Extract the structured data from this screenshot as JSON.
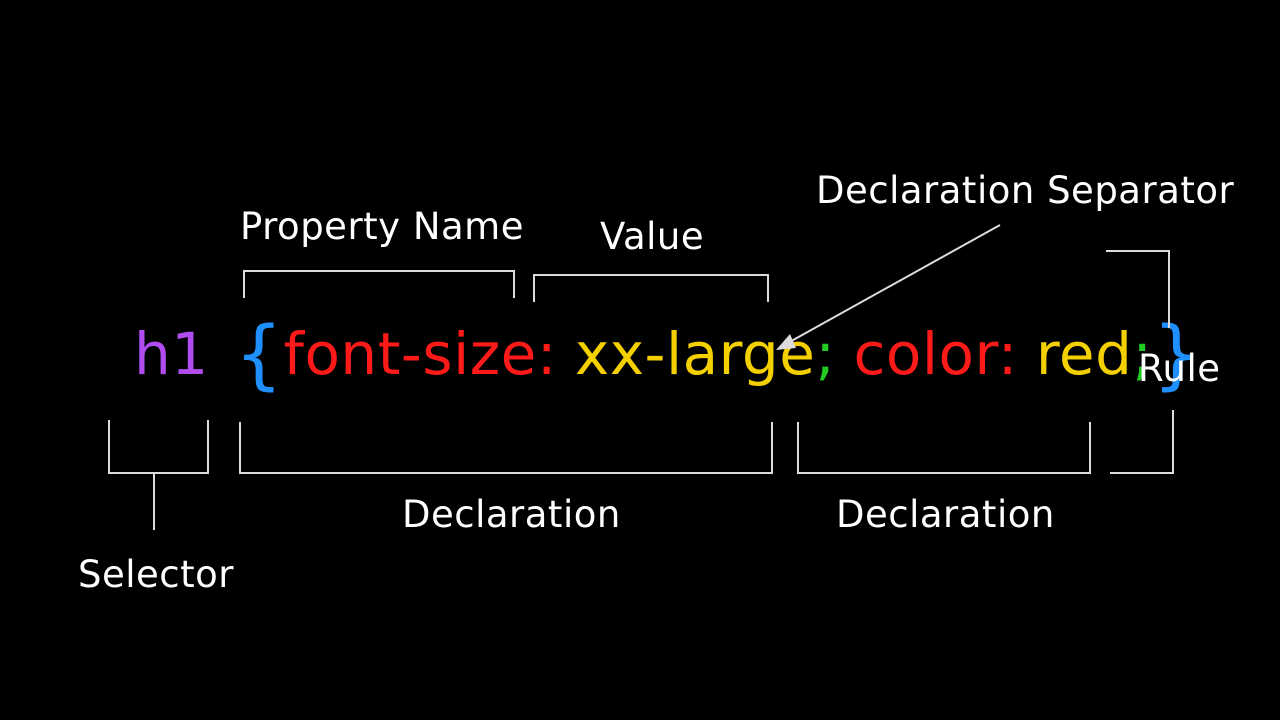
{
  "colors": {
    "background": "#000000",
    "annotation": "#ffffff",
    "selector": "#b04cf0",
    "brace": "#1e90ff",
    "property": "#ff1a1a",
    "value": "#f5d000",
    "separator": "#22cc22"
  },
  "code": {
    "selector": "h1",
    "open_brace": "{",
    "declaration1_property": "font-size:",
    "declaration1_value": "xx-large",
    "separator": ";",
    "declaration2_property": "color:",
    "declaration2_value": "red",
    "declaration2_end": ";",
    "close_brace": "}"
  },
  "labels": {
    "property_name": "Property Name",
    "value": "Value",
    "declaration_separator": "Declaration Separator",
    "rule": "Rule",
    "selector": "Selector",
    "declaration_1": "Declaration",
    "declaration_2": "Declaration"
  }
}
